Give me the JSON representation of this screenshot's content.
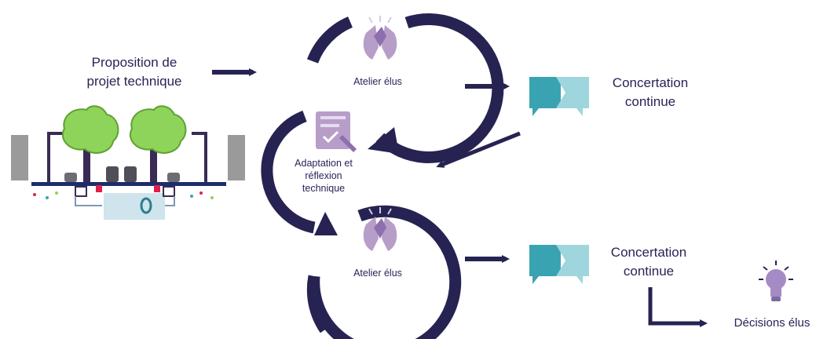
{
  "title": {
    "line1": "Proposition de",
    "line2": "projet technique"
  },
  "steps": {
    "workshop_1": "Atelier élus",
    "adaptation_line1": "Adaptation et",
    "adaptation_line2": "réflexion",
    "adaptation_line3": "technique",
    "workshop_2": "Atelier élus"
  },
  "consultation_1": {
    "line1": "Concertation",
    "line2": "continue"
  },
  "consultation_2": {
    "line1": "Concertation",
    "line2": "continue"
  },
  "decisions": "Décisions élus",
  "icons": [
    "street-section-illustration",
    "clapping-hands-icon",
    "checklist-pen-icon",
    "speech-bubbles-icon",
    "lightbulb-icon"
  ],
  "colors": {
    "navy": "#262352",
    "text": "#2b2257",
    "teal": "#3aa3b2",
    "teal_light": "#9fd6dd",
    "violet": "#b79ec9",
    "tree": "#8fd45a"
  }
}
